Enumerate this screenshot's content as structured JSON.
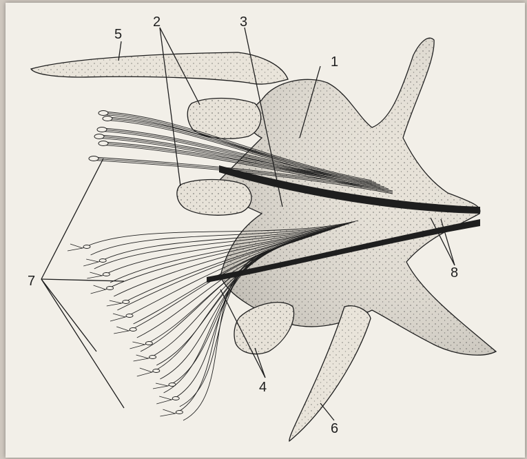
{
  "labels": {
    "l1": "1",
    "l2": "2",
    "l3": "3",
    "l4": "4",
    "l5": "5",
    "l6": "6",
    "l7": "7",
    "l8": "8"
  },
  "colors": {
    "paper": "#f2efe8",
    "ink": "#1e1e1e",
    "stipple": "#3a3a3a"
  }
}
